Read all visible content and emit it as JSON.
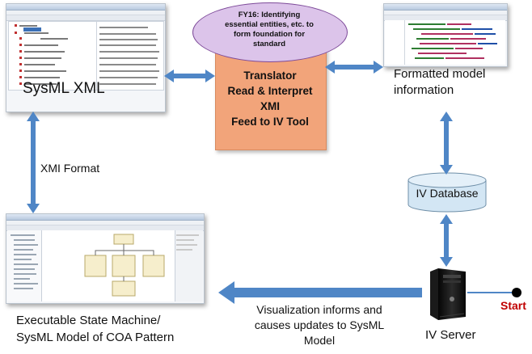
{
  "colors": {
    "arrow": "#4f86c6",
    "translator_fill": "#f2a47a",
    "ellipse_fill": "#dcc4ea",
    "database_fill": "#d3e6f4",
    "start_text": "#c00000"
  },
  "nodes": {
    "sysml_xml": {
      "label": "SysML XML"
    },
    "translator": {
      "lines": [
        "Translator",
        "Read & Interpret",
        "XMI",
        "Feed to IV Tool"
      ]
    },
    "fy16_note": {
      "lines": [
        "FY16: Identifying",
        "essential entities, etc. to",
        "form foundation for",
        "standard"
      ]
    },
    "formatted": {
      "lines": [
        "Formatted model",
        "information"
      ]
    },
    "iv_database": {
      "label": "IV Database"
    },
    "iv_server": {
      "label": "IV Server"
    },
    "start": {
      "label": "Start"
    },
    "state_machine": {
      "lines": [
        "Executable  State Machine/",
        "SysML Model of COA Pattern"
      ]
    }
  },
  "edges": {
    "xmi_format": {
      "label": "XMI Format"
    },
    "visualization": {
      "lines": [
        "Visualization informs and",
        "causes updates to SysML",
        "Model"
      ]
    }
  },
  "icons": [
    "server-icon",
    "database-icon",
    "start-dot-icon"
  ]
}
